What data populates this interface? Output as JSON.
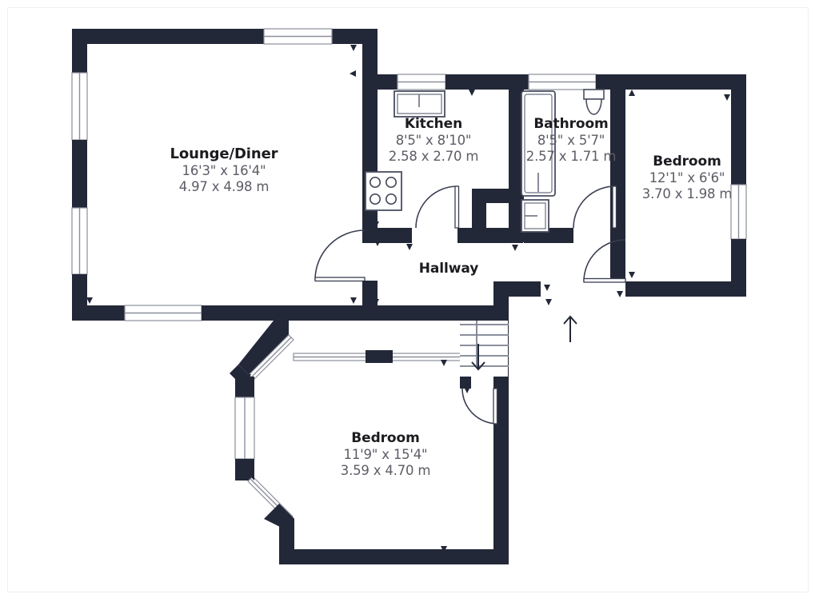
{
  "document": {
    "type": "floor-plan",
    "title": "Residential Floor Plan",
    "wall_color": "#232838",
    "background_color": "#ffffff",
    "label_name_color": "#1b1b20",
    "label_dim_color": "#5c5c66",
    "fixture_line_color": "#4a4f60"
  },
  "rooms": [
    {
      "id": "lounge-diner",
      "name": "Lounge/Diner",
      "dim_imperial": "16'3\" x 16'4\"",
      "dim_metric": "4.97 x 4.98 m"
    },
    {
      "id": "kitchen",
      "name": "Kitchen",
      "dim_imperial": "8'5\" x 8'10\"",
      "dim_metric": "2.58 x 2.70 m"
    },
    {
      "id": "bathroom",
      "name": "Bathroom",
      "dim_imperial": "8'5\" x 5'7\"",
      "dim_metric": "2.57 x 1.71 m"
    },
    {
      "id": "bedroom-right",
      "name": "Bedroom",
      "dim_imperial": "12'1\" x 6'6\"",
      "dim_metric": "3.70 x 1.98 m"
    },
    {
      "id": "hallway",
      "name": "Hallway",
      "dim_imperial": "",
      "dim_metric": ""
    },
    {
      "id": "bedroom-bottom",
      "name": "Bedroom",
      "dim_imperial": "11'9\" x 15'4\"",
      "dim_metric": "3.59 x 4.70 m"
    }
  ],
  "fixtures": [
    {
      "id": "kitchen-sink",
      "name": "sink-fixture"
    },
    {
      "id": "kitchen-hob",
      "name": "hob-fixture"
    },
    {
      "id": "bathroom-bath",
      "name": "bathtub-fixture"
    },
    {
      "id": "bathroom-toilet",
      "name": "toilet-fixture"
    },
    {
      "id": "bathroom-basin",
      "name": "wash-basin-fixture"
    },
    {
      "id": "staircase",
      "name": "staircase"
    }
  ],
  "annotations": {
    "north_arrow": "north-arrow",
    "stairs_direction": "down-arrow"
  }
}
